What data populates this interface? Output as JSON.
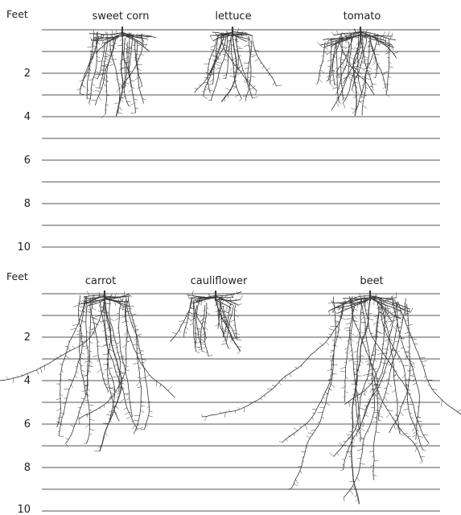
{
  "panels": [
    {
      "unit_label": "Feet",
      "ticks": [
        "2",
        "4",
        "6",
        "8",
        "10"
      ],
      "plants": [
        {
          "name": "sweet corn",
          "spread_ft": 3.0,
          "depth_ft": 4.0
        },
        {
          "name": "lettuce",
          "spread_ft": 2.0,
          "depth_ft": 3.5
        },
        {
          "name": "tomato",
          "spread_ft": 4.0,
          "depth_ft": 4.0
        }
      ]
    },
    {
      "unit_label": "Feet",
      "ticks": [
        "2",
        "4",
        "6",
        "8",
        "10"
      ],
      "plants": [
        {
          "name": "carrot",
          "spread_ft": 2.5,
          "depth_ft": 7.5
        },
        {
          "name": "cauliflower",
          "spread_ft": 2.5,
          "depth_ft": 2.9
        },
        {
          "name": "beet",
          "spread_ft": 4.0,
          "depth_ft": 9.8
        }
      ]
    }
  ]
}
